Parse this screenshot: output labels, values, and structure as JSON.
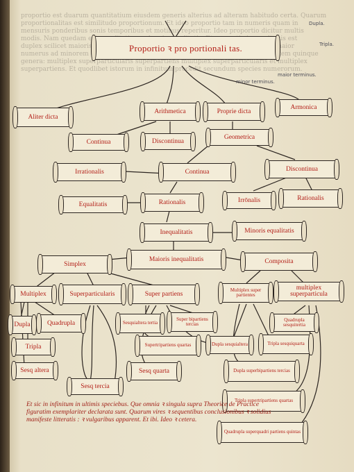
{
  "title": "Proportio ꝛ pro portionali tas.",
  "scrolls": {
    "aliter_dicta": "Aliter dicta",
    "arithmetica": "Arithmetica",
    "proprie_dicta": "Proprie dicta",
    "armonica": "Armonica",
    "continua_1": "Continua",
    "discontinua_1": "Discontinua",
    "geometrica": "Geometrica",
    "irrationalis": "Irrationalis",
    "continua_2": "Continua",
    "discontinua_2": "Discontinua",
    "equalitatis": "Equalitatis",
    "rationalis_1": "Rationalis",
    "irrationalis_2": "Irrōnalis",
    "rationalis_2": "Rationalis",
    "inequalitatis": "Inequalitatis",
    "minoris": "Minoris equalitatis",
    "simplex": "Simplex",
    "maioris": "Maioris inequalitatis",
    "composita": "Composita",
    "multiplex": "Multiplex",
    "superparticularis": "Superparticularis",
    "superpartiens": "Super partiens",
    "multiplex_superpartiens": "Multiplex super partientes",
    "multiplex_superparticularis": "multiplex superparticula",
    "dupla": "Dupla",
    "quadrupla": "Quadrupla",
    "sesquialtera": "Sesquialtera tertia",
    "superbipartiens": "Super bipartiens tercias",
    "quadrupla_sesquitertia": "Quadrupla sesquitertia",
    "tripla": "Tripla",
    "supertripartiens": "Supertripartiens quartas",
    "dupla_sesquialtera": "Dupla sesquialtera",
    "tripla_sesquiquarta": "Tripla sesquiquarta",
    "sesq_altera": "Sesq altera",
    "sesq_tertia": "Sesq tercia",
    "sesq_quarta": "Sesq quarta",
    "dupla_superbipartiens": "Dupla superbipartiens tercias",
    "tripla_supertripartiens": "Tripla supertripartiens quartas",
    "quadrupla_superquadripartiens": "Quadrupla superquadri partiens quintas"
  },
  "colophon": "Et sic in infinitum in ultimis speciebus. Que omnia ꝛ singula supra Theorice de Practice figuratim exemplariter declarata sunt. Quarum vires ꝛ sequentibus conclusionibus ꝛ solidius manifeste litteratis : ꝛ vulgaribus apparent. Et ibi. Ideo ꝛ cetera.",
  "margin_notes": [
    "Dupla.",
    "Tripla.",
    "maior terminus.",
    "minor terminus."
  ],
  "ghost_text": "proportio est duarum quantitatium eiusdem generis alterius ad alteram habitudo certa. Quarum\nproportionalitas est similitudo proportionum. Et ideo proportio tam in numeris quam in\nmensuris ponderibus sonis temporibus et motibus reperitur. Ideo proportio dicitur multis\nmodis. Nam quedam est equalitatis quedam inequalitatis. Et proportio inequalitatis est\nduplex scilicet maioris et minoris inequalitatis. Maioris inequalitatis est quando maior\nnumerus ad minorem comparatur. Et minoris quando minor ad maiorem. Sunt autem quinque\ngenera: multiplex superparticularis superpartiens multiplex superparticularis et multiplex\nsuperpartiens. Et quodlibet istorum in infinitum procedit secundum species numerorum."
}
